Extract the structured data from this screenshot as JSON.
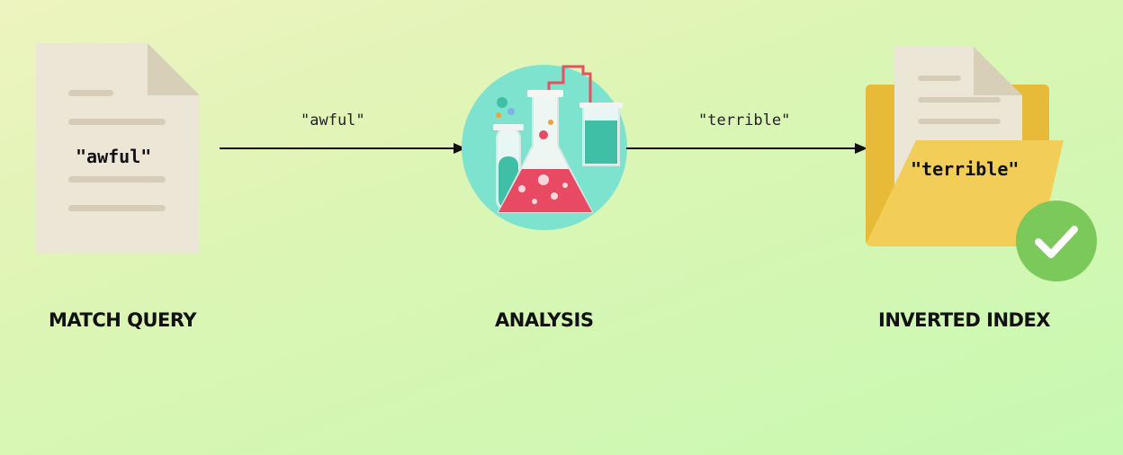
{
  "stages": {
    "query": {
      "label": "MATCH QUERY",
      "term": "\"awful\""
    },
    "analysis": {
      "label": "ANALYSIS"
    },
    "index": {
      "label": "INVERTED INDEX",
      "term": "\"terrible\""
    }
  },
  "arrows": {
    "query_to_analysis": "\"awful\"",
    "analysis_to_index": "\"terrible\""
  },
  "icons": {
    "query": "document-icon",
    "analysis": "chemistry-flask-icon",
    "index": "folder-icon",
    "status": "checkmark-icon"
  },
  "colors": {
    "paper": "#ece6d6",
    "folder": "#f2cd58",
    "flask_liquid": "#e94a63",
    "circle": "#7de3cf",
    "check": "#7bc85b"
  }
}
